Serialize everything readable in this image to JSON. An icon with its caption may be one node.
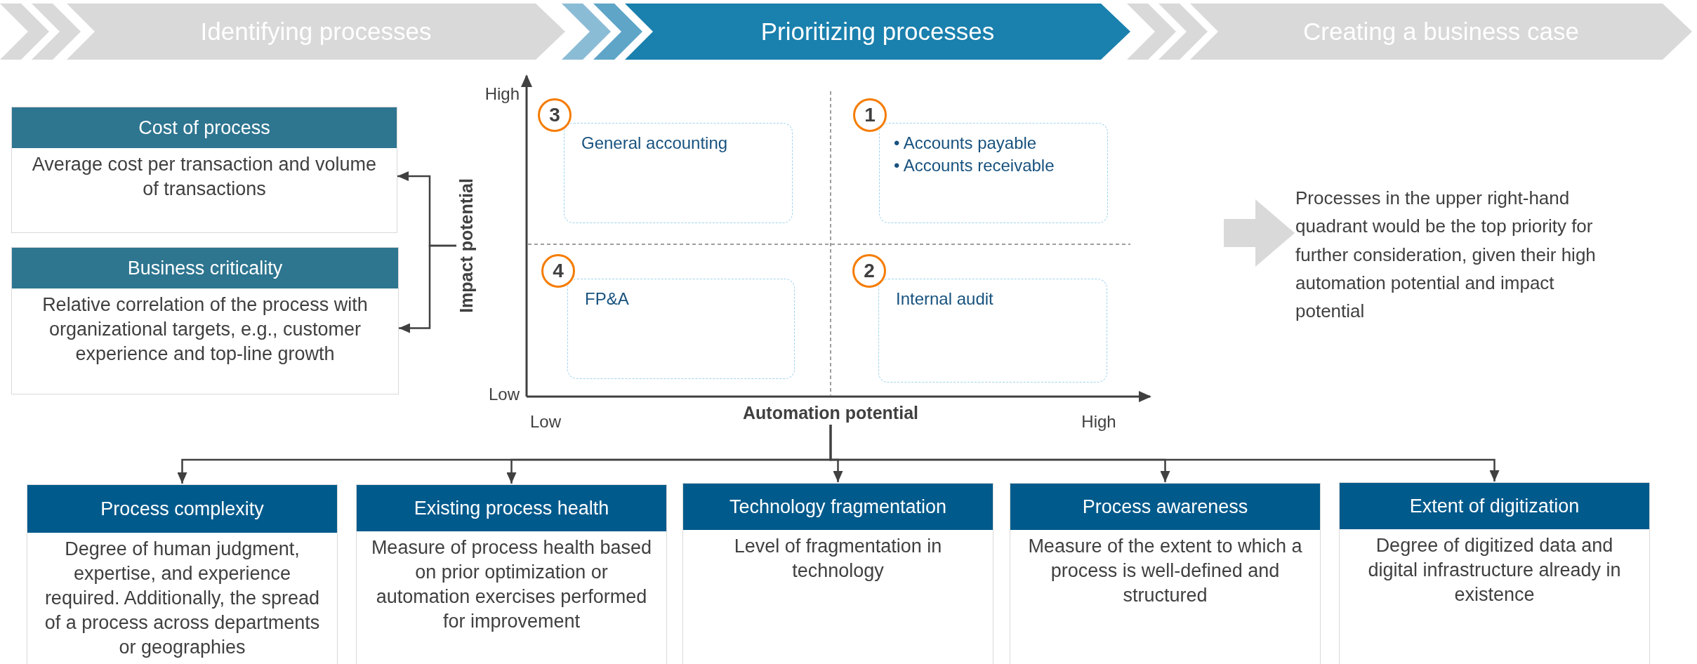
{
  "diagram": {
    "nodes": [
      {
        "text": [
          "Identifying processes"
        ]
      },
      {
        "text": [
          "Prioritizing processes"
        ]
      },
      {
        "text": [
          "Creating a business case"
        ]
      },
      {
        "text": [
          "Cost of process",
          "Average cost per transaction and volume of transactions"
        ]
      },
      {
        "text": [
          "Business criticality",
          "Relative correlation of the process with organizational targets, e.g., customer experience and top-line growth"
        ]
      },
      {
        "text": [
          "Impact potential"
        ]
      },
      {
        "text": [
          "3",
          "General accounting"
        ]
      },
      {
        "text": [
          "1",
          "• Accounts payable",
          "• Accounts receivable"
        ]
      },
      {
        "text": [
          "4",
          "FP&A"
        ]
      },
      {
        "text": [
          "2",
          "Internal audit"
        ]
      },
      {
        "text": [
          "Automation potential"
        ]
      },
      {
        "text": [
          "Process complexity",
          "Degree of human judgment, expertise, and experience required. Additionally, the spread of a process across departments or geographies"
        ]
      },
      {
        "text": [
          "Existing process health",
          "Measure of process health based on prior optimization or automation exercises performed for improvement"
        ]
      },
      {
        "text": [
          "Technology fragmentation",
          "Level of fragmentation in technology"
        ]
      },
      {
        "text": [
          "Process awareness",
          "Measure of the extent to which a process is well-defined and structured"
        ]
      },
      {
        "text": [
          "Extent of digitization",
          "Degree of digitized data and digital infrastructure already in existence"
        ]
      },
      {
        "text": [
          "Processes in the upper right-hand quadrant would be the top priority for further consideration, given their high automation potential and impact potential"
        ]
      }
    ],
    "edges": [
      {
        "from": 5,
        "to": 3,
        "arrow": "to"
      },
      {
        "from": 5,
        "to": 4,
        "arrow": "to"
      },
      {
        "from": 10,
        "to": 11,
        "arrow": "to"
      },
      {
        "from": 10,
        "to": 12,
        "arrow": "to"
      },
      {
        "from": 10,
        "to": 13,
        "arrow": "to"
      },
      {
        "from": 10,
        "to": 14,
        "arrow": "to"
      },
      {
        "from": 10,
        "to": 15,
        "arrow": "to"
      },
      {
        "from": null,
        "to": 16,
        "arrow": "to",
        "style": "thick",
        "color": "#d9d9d9"
      }
    ],
    "labels": [
      "High",
      "Low",
      "Low",
      "High"
    ]
  }
}
